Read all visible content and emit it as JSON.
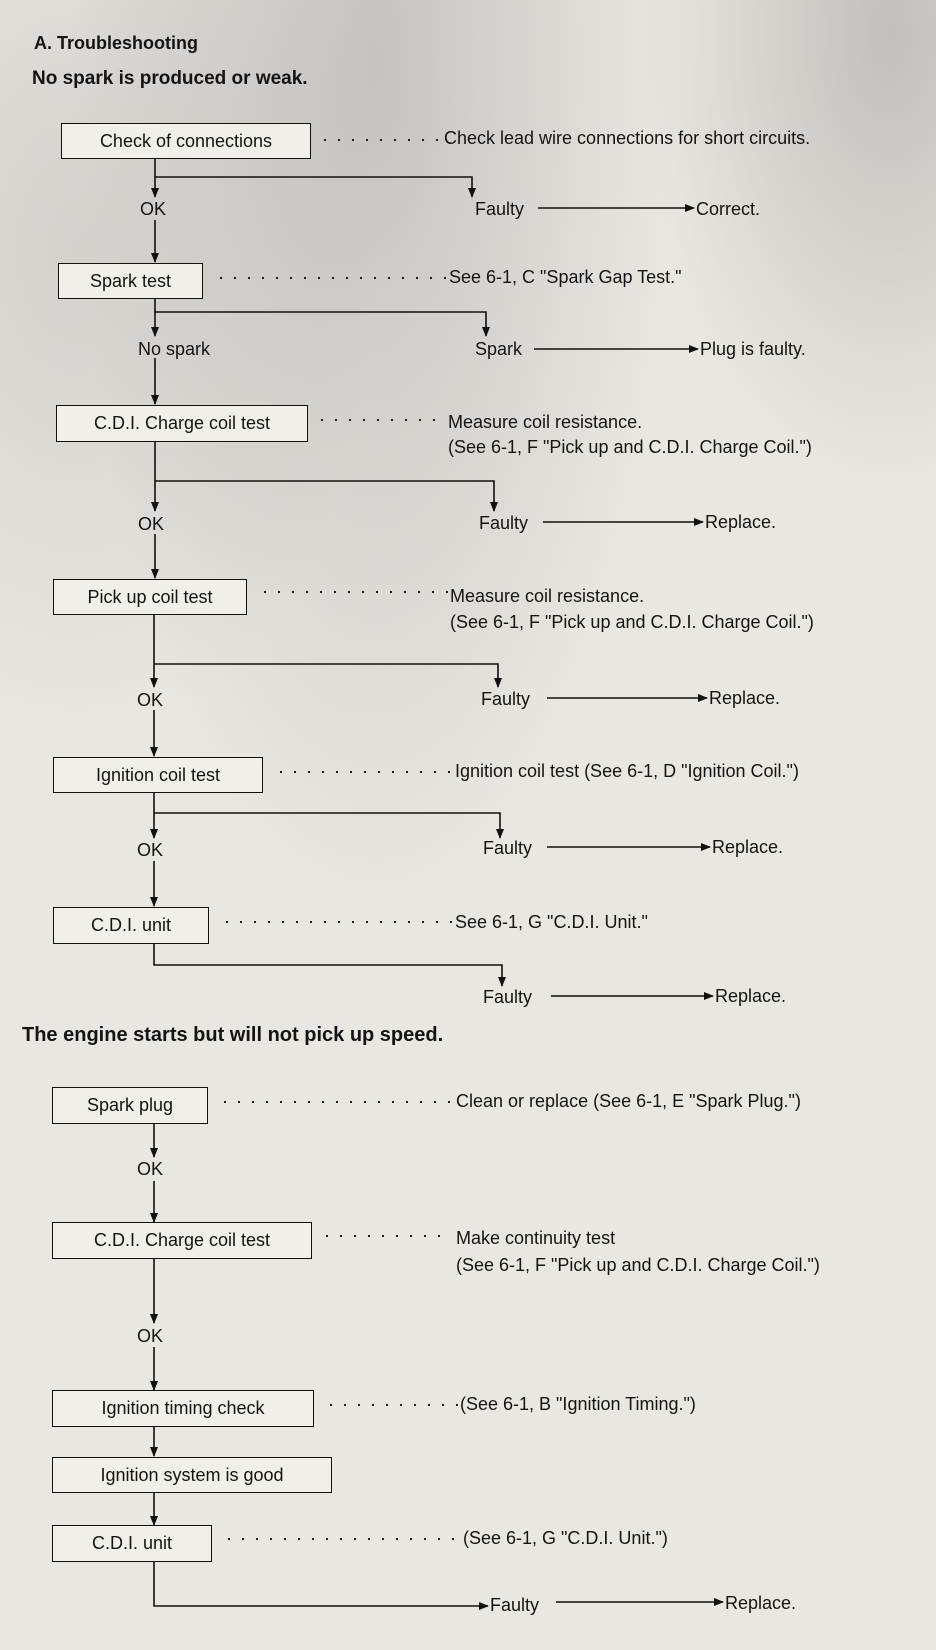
{
  "header": {
    "section_title": "A. Troubleshooting",
    "subtitle_no_spark": "No spark is produced or weak.",
    "subtitle_no_speed": "The engine starts but will not pick up speed."
  },
  "flow1": {
    "check_connections": {
      "box": "Check of connections",
      "note": "Check lead wire connections for short circuits.",
      "ok": "OK",
      "branch": "Faulty",
      "action": "Correct."
    },
    "spark_test": {
      "box": "Spark test",
      "note": "See 6-1, C \"Spark Gap Test.\"",
      "ok": "No spark",
      "branch": "Spark",
      "action": "Plug is faulty."
    },
    "charge_coil": {
      "box": "C.D.I. Charge coil test",
      "note_line1": "Measure coil resistance.",
      "note_line2": "(See 6-1, F \"Pick up and C.D.I. Charge Coil.\")",
      "ok": "OK",
      "branch": "Faulty",
      "action": "Replace."
    },
    "pickup_coil": {
      "box": "Pick up coil test",
      "note_line1": "Measure coil resistance.",
      "note_line2": "(See 6-1, F \"Pick up and C.D.I. Charge Coil.\")",
      "ok": "OK",
      "branch": "Faulty",
      "action": "Replace."
    },
    "ignition_coil": {
      "box": "Ignition coil test",
      "note": "Ignition coil test (See 6-1, D \"Ignition Coil.\")",
      "ok": "OK",
      "branch": "Faulty",
      "action": "Replace."
    },
    "cdi_unit": {
      "box": "C.D.I. unit",
      "note": "See 6-1, G \"C.D.I. Unit.\"",
      "branch": "Faulty",
      "action": "Replace."
    }
  },
  "flow2": {
    "spark_plug": {
      "box": "Spark plug",
      "note": "Clean or replace (See 6-1, E \"Spark Plug.\")",
      "ok": "OK"
    },
    "charge_coil": {
      "box": "C.D.I. Charge coil test",
      "note_line1": "Make continuity test",
      "note_line2": "(See 6-1, F \"Pick up and C.D.I. Charge Coil.\")",
      "ok": "OK"
    },
    "timing": {
      "box": "Ignition timing check",
      "note": "(See 6-1, B \"Ignition Timing.\")"
    },
    "system_good": {
      "box": "Ignition system is good"
    },
    "cdi_unit": {
      "box": "C.D.I. unit",
      "note": "(See 6-1, G \"C.D.I. Unit.\")",
      "branch": "Faulty",
      "action": "Replace."
    }
  }
}
